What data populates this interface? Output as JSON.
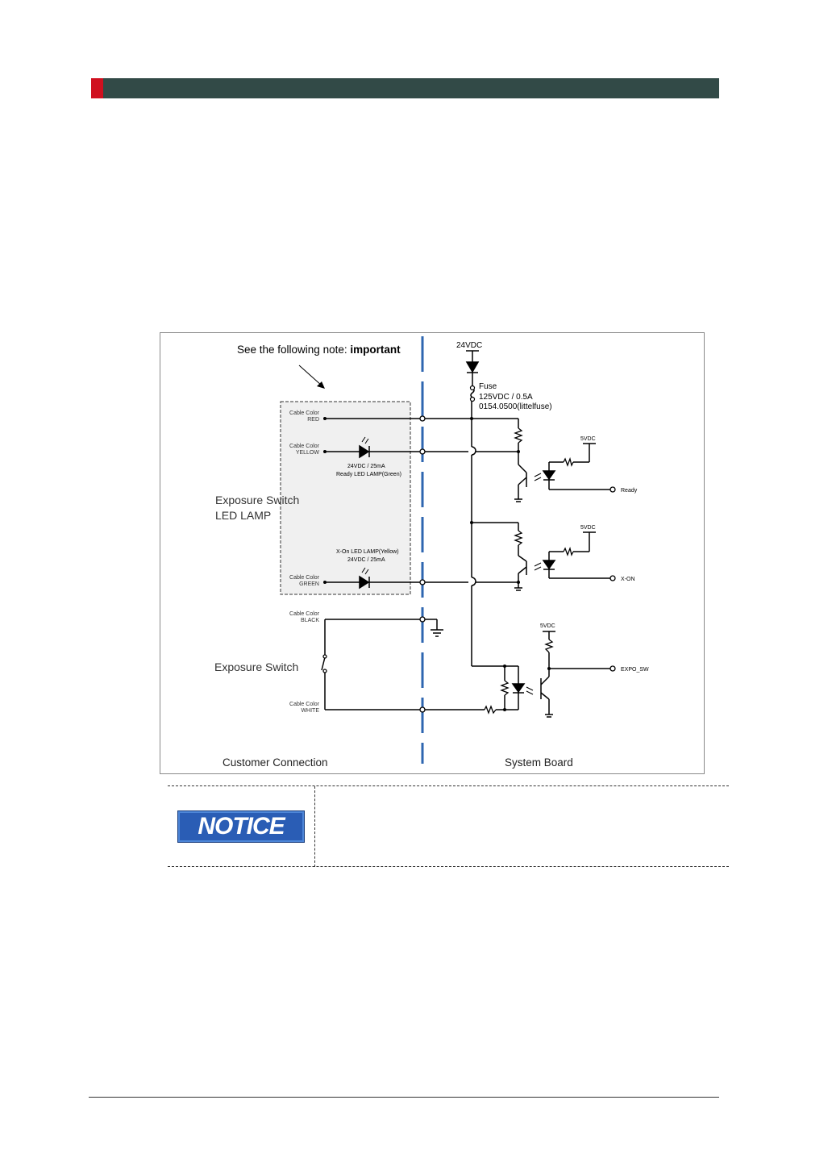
{
  "header": {
    "bar_color": "#324a47",
    "accent_color": "#d0101f"
  },
  "diagram": {
    "note_text": "See the following note: ",
    "note_emphasis": "important",
    "supply_24v": "24VDC",
    "fuse_label": "Fuse",
    "fuse_rating": "125VDC / 0.5A",
    "fuse_part": "0154.0500(littelfuse)",
    "cable_color_label": "Cable Color",
    "cable_red": "RED",
    "cable_yellow": "YELLOW",
    "cable_green": "GREEN",
    "cable_black": "BLACK",
    "cable_white": "WHITE",
    "ready_led_rating": "24VDC / 25mA",
    "ready_led_name": "Ready LED LAMP(Green)",
    "xon_led_name": "X-On LED LAMP(Yellow)",
    "xon_led_rating": "24VDC / 25mA",
    "group_led_line1": "Exposure  Switch",
    "group_led_line2": "LED LAMP",
    "group_switch": "Exposure Switch",
    "supply_5v_1": "5VDC",
    "supply_5v_2": "5VDC",
    "supply_5v_3": "5VDC",
    "output_ready": "Ready",
    "output_xon": "X-ON",
    "output_expo": "EXPO_SW",
    "footer_left": "Customer Connection",
    "footer_right": "System Board",
    "divider_color": "#2e66b0"
  },
  "notice": {
    "badge": "NOTICE",
    "badge_color": "#2a5db5"
  }
}
